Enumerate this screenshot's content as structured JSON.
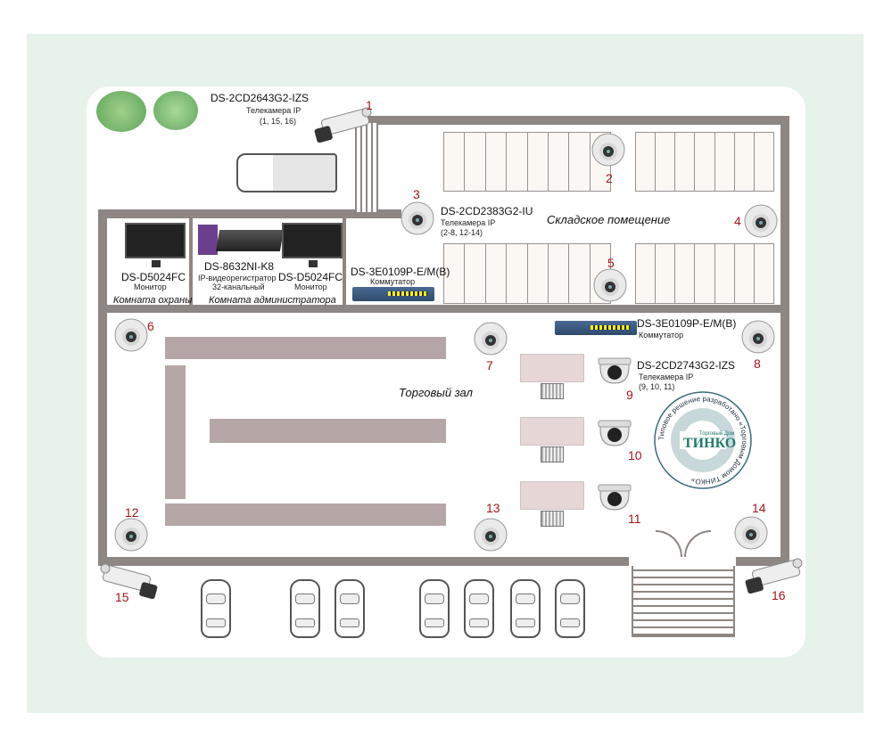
{
  "rooms": {
    "warehouse": "Складское помещение",
    "security": "Комната охраны",
    "admin": "Комната администратора",
    "sales": "Торговый зал"
  },
  "devices": {
    "cam_bullet_top": {
      "model": "DS-2CD2643G2-IZS",
      "type": "Телекамера IP",
      "ids": "(1, 15, 16)"
    },
    "cam_turret": {
      "model": "DS-2CD2383G2-IU",
      "type": "Телекамера IP",
      "ids": "(2-8, 12-14)"
    },
    "cam_dome": {
      "model": "DS-2CD2743G2-IZS",
      "type": "Телекамера IP",
      "ids": "(9, 10, 11)"
    },
    "switch1": {
      "model": "DS-3E0109P-E/M(B)",
      "type": "Коммутатор"
    },
    "switch2": {
      "model": "DS-3E0109P-E/M(B)",
      "type": "Коммутатор"
    },
    "monitor1": {
      "model": "DS-D5024FC",
      "type": "Монитор"
    },
    "monitor2": {
      "model": "DS-D5024FC",
      "type": "Монитор"
    },
    "nvr": {
      "model": "DS-8632NI-K8",
      "type": "IP-видеорегистратор",
      "channels": "32-канальный"
    }
  },
  "camera_numbers": [
    "1",
    "2",
    "3",
    "4",
    "5",
    "6",
    "7",
    "8",
    "9",
    "10",
    "11",
    "12",
    "13",
    "14",
    "15",
    "16"
  ],
  "stamp": {
    "ring_text": "Типовое решение разработано «Торговым Домом ТИНКО»",
    "brand": "ТИНКО",
    "brand_sub": "Торговый Дом"
  },
  "colors": {
    "wall": "#8e8682",
    "number": "#a4161a",
    "background": "#e6f2ea"
  }
}
